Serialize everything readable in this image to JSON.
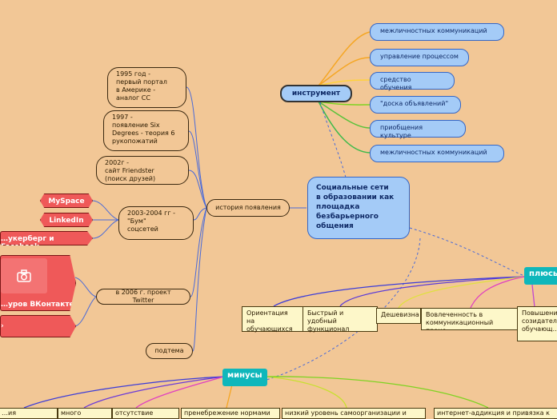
{
  "main_topic": "Социальные сети\nв образовании как\nплощадка\nбезбарьерного\nобщения",
  "instrument": {
    "label": "инструмент",
    "items": [
      "межличностных коммуникаций",
      "управление процессом",
      "средство обучения",
      "\"доска объявлений\"",
      "приобщения культуре",
      "межличностных коммуникаций"
    ]
  },
  "history": {
    "label": "история появления",
    "items": [
      "1995 год -\nпервый портал\nв Америке -\nаналог СС",
      "1997 -\nпоявление Six\nDegrees - теория 6\nрукопожатий",
      "2002г -\nсайт Friendster\n(поиск друзей)",
      "2003-2004 гг -\n\"Бум\"\nсоцсетей",
      "в 2006 г. проект Twitter",
      "подтема"
    ],
    "boom_children": [
      "MySpace",
      "LinkedIn",
      "…укерберг и Facebook"
    ],
    "vk_label": "…уров ВКонтакте",
    "camera_icon": "camera-icon"
  },
  "plusy": {
    "label": "плюсы",
    "items": [
      "Ориентация\nна обучающихся",
      "Быстрый и удобный\nфункционал",
      "Дешевизна",
      "Вовлеченность в\nкоммуникационный проце…",
      "Повышени…\nсозидател…\nобучающ…"
    ]
  },
  "minusy": {
    "label": "минусы",
    "items": [
      "…ия преподавате…",
      "много лишнего",
      "отсутствие",
      "пренебрежение нормами",
      "низкий уровень самоорганизации и",
      "интернет-аддикция и привязка к"
    ]
  },
  "colors": {
    "background": "#f2c796",
    "topic_fill": "#a4cbf7",
    "red_node": "#ef5959",
    "teal_node": "#0fb7bb",
    "yellow_node": "#fdf7c9"
  }
}
